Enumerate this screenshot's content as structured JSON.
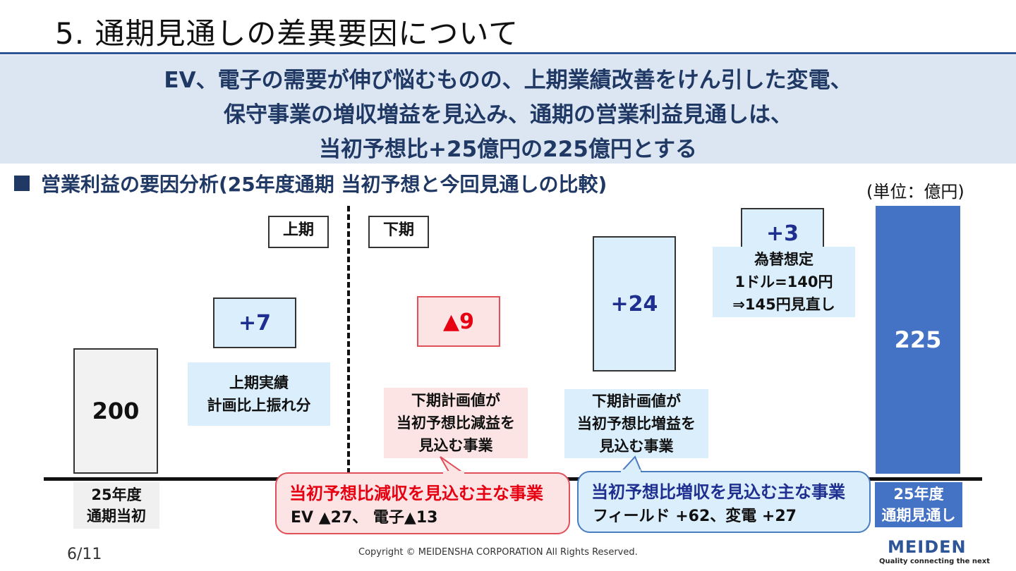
{
  "page": {
    "title": "5. 通期見通しの差異要因について",
    "summary_lines": [
      "EV、電子の需要が伸び悩むものの、上期業績改善をけん引した変電、",
      "保守事業の増収増益を見込み、通期の営業利益見通しは、",
      "当初予想比+25億円の225億円とする"
    ],
    "section_heading": "営業利益の要因分析(25年度通期 当初予想と今回見通しの比較)",
    "unit": "(単位：億円)",
    "period_first_half": "上期",
    "period_second_half": "下期",
    "footer_page": "6/11",
    "copyright": "Copyright © MEIDENSHA CORPORATION All Rights Reserved.",
    "logo": "MEIDEN",
    "logo_tagline": "Quality connecting the next"
  },
  "colors": {
    "title_blue": "#1f3864",
    "start_bar": "#f2f2f2",
    "increase_fill": "#dbeefc",
    "decrease_fill": "#fce4e4",
    "decrease_border": "#e0505a",
    "end_bar": "#4472c4",
    "decrease_text": "#e60012",
    "increase_text": "#1f2f8f",
    "summary_bg": "#dce6f2"
  },
  "chart_data": {
    "type": "bar",
    "subtype": "waterfall",
    "title": "営業利益の要因分析(25年度通期 当初予想と今回見通しの比較)",
    "unit": "億円",
    "categories": [
      "25年度 通期当初",
      "上期実績 計画比上振れ分",
      "下期計画値が 当初予想比減益を 見込む事業",
      "下期計画値が 当初予想比増益を 見込む事業",
      "為替想定 1ドル=140円 ⇒145円見直し",
      "25年度 通期見通し"
    ],
    "values": [
      200,
      7,
      -9,
      24,
      3,
      225
    ],
    "value_labels": [
      "200",
      "+7",
      "▲9",
      "+24",
      "+3",
      "225"
    ],
    "cumulative_start": [
      0,
      200,
      198,
      198,
      222,
      0
    ],
    "cumulative_end": [
      200,
      207,
      198,
      222,
      225,
      225
    ],
    "first_axis_label": [
      "25年度",
      "通期当初"
    ],
    "last_axis_label": [
      "25年度",
      "通期見通し"
    ],
    "notes": [
      [
        "上期実績",
        "計画比上振れ分"
      ],
      [
        "下期計画値が",
        "当初予想比減益を",
        "見込む事業"
      ],
      [
        "下期計画値が",
        "当初予想比増益を",
        "見込む事業"
      ],
      [
        "為替想定",
        "1ドル=140円",
        "⇒145円見直し"
      ]
    ],
    "callout_decrease": {
      "title": "当初予想比減収を見込む主な事業",
      "body": "EV ▲27、 電子▲13"
    },
    "callout_increase": {
      "title": "当初予想比増収を見込む主な事業",
      "body": "フィールド +62、変電 +27"
    }
  }
}
